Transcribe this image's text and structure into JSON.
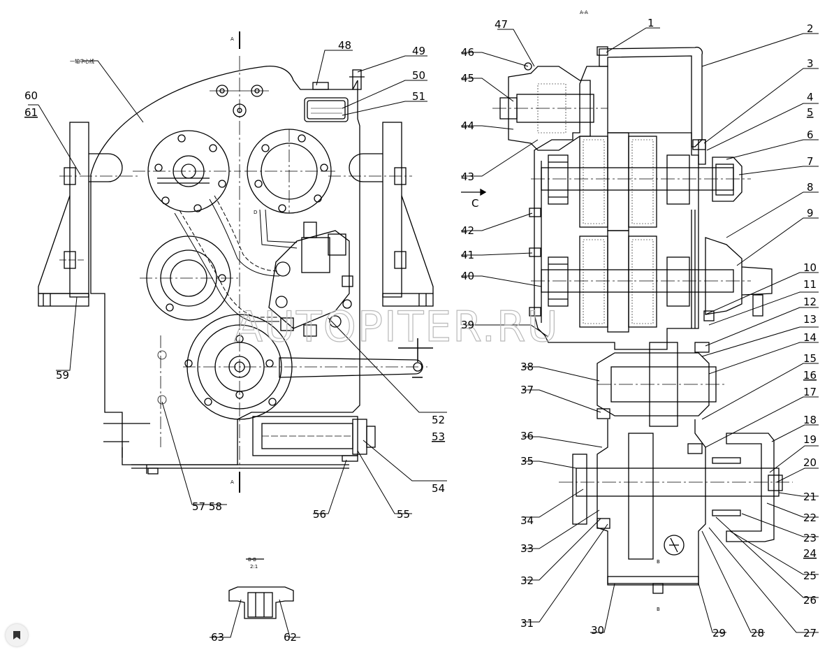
{
  "watermark": "AUTOPITER.RU",
  "section_labels": {
    "top_section": "A-A",
    "left_a_top": "A",
    "left_a_bottom": "A",
    "c_arrow": "C",
    "detail_title": "B-B",
    "detail_scale": "2:1",
    "b_label": "B",
    "d_label": "D",
    "gear_centerline": "一轴中心线"
  },
  "callouts": {
    "c1": "1",
    "c2": "2",
    "c3": "3",
    "c4": "4",
    "c5": "5",
    "c6": "6",
    "c7": "7",
    "c8": "8",
    "c9": "9",
    "c10": "10",
    "c11": "11",
    "c12": "12",
    "c13": "13",
    "c14": "14",
    "c15": "15",
    "c16": "16",
    "c17": "17",
    "c18": "18",
    "c19": "19",
    "c20": "20",
    "c21": "21",
    "c22": "22",
    "c23": "23",
    "c24": "24",
    "c25": "25",
    "c26": "26",
    "c27": "27",
    "c28": "28",
    "c29": "29",
    "c30": "30",
    "c31": "31",
    "c32": "32",
    "c33": "33",
    "c34": "34",
    "c35": "35",
    "c36": "36",
    "c37": "37",
    "c38": "38",
    "c39": "39",
    "c40": "40",
    "c41": "41",
    "c42": "42",
    "c43": "43",
    "c44": "44",
    "c45": "45",
    "c46": "46",
    "c47": "47",
    "c48": "48",
    "c49": "49",
    "c50": "50",
    "c51": "51",
    "c52": "52",
    "c53": "53",
    "c54": "54",
    "c55": "55",
    "c56": "56",
    "c5758": "57 58",
    "c59": "59",
    "c60": "60",
    "c61": "61",
    "c62": "62",
    "c63": "63"
  },
  "colors": {
    "line": "#000000",
    "watermark": "#b9b9b9",
    "background": "#ffffff"
  },
  "icons": {
    "bookmark": "bookmark-icon"
  }
}
